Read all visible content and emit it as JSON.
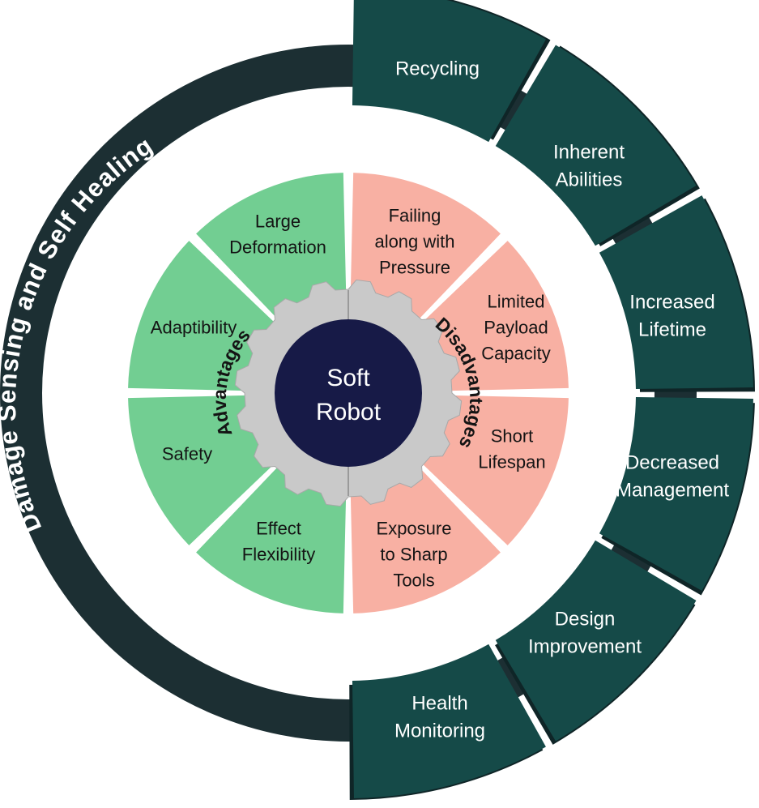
{
  "center": {
    "line1": "Soft",
    "line2": "Robot"
  },
  "gear": {
    "left_label": "Advantages",
    "right_label": "Disadvantages"
  },
  "outer_ring": {
    "label": "Damage Sensing and Self Healing"
  },
  "advantages": [
    {
      "lines": [
        "Large",
        "Deformation"
      ]
    },
    {
      "lines": [
        "Adaptibility"
      ]
    },
    {
      "lines": [
        "Safety"
      ]
    },
    {
      "lines": [
        "Effect",
        "Flexibility"
      ]
    }
  ],
  "disadvantages": [
    {
      "lines": [
        "Failing",
        "along with",
        "Pressure"
      ]
    },
    {
      "lines": [
        "Limited",
        "Payload",
        "Capacity"
      ]
    },
    {
      "lines": [
        "Short",
        "Lifespan"
      ]
    },
    {
      "lines": [
        "Exposure",
        "to Sharp",
        "Tools"
      ]
    }
  ],
  "outer_segments": [
    {
      "lines": [
        "Recycling"
      ]
    },
    {
      "lines": [
        "Inherent",
        "Abilities"
      ]
    },
    {
      "lines": [
        "Increased",
        "Lifetime"
      ]
    },
    {
      "lines": [
        "Decreased",
        "Management"
      ]
    },
    {
      "lines": [
        "Design",
        "Improvement"
      ]
    },
    {
      "lines": [
        "Health",
        "Monitoring"
      ]
    }
  ],
  "colors": {
    "ring_dark": "#1c2f33",
    "segment_teal": "#154a48",
    "segment_shadow": "#0f2527",
    "advantage_green": "#72ce92",
    "disadvantage_pink": "#f8b0a3",
    "gear_gray": "#c9c9c9",
    "center_navy": "#171a47"
  }
}
